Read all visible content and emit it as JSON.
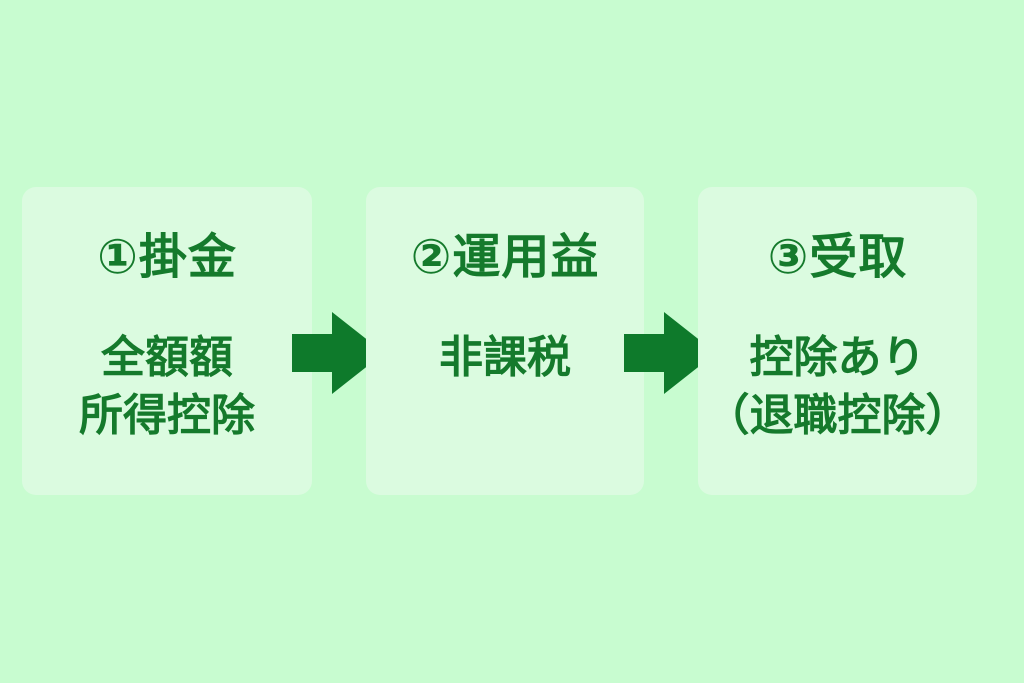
{
  "colors": {
    "background": "#c8fcd0",
    "card": "#dbfbe0",
    "text": "#157a2c",
    "arrow": "#0e7a2b"
  },
  "steps": [
    {
      "title": "①掛金",
      "lines": [
        "全額額",
        "所得控除"
      ]
    },
    {
      "title": "②運用益",
      "lines": [
        "非課税"
      ]
    },
    {
      "title": "③受取",
      "lines": [
        "控除あり",
        "（退職控除）"
      ]
    }
  ],
  "arrows": [
    {
      "icon": "right-arrow-icon"
    },
    {
      "icon": "right-arrow-icon"
    }
  ]
}
